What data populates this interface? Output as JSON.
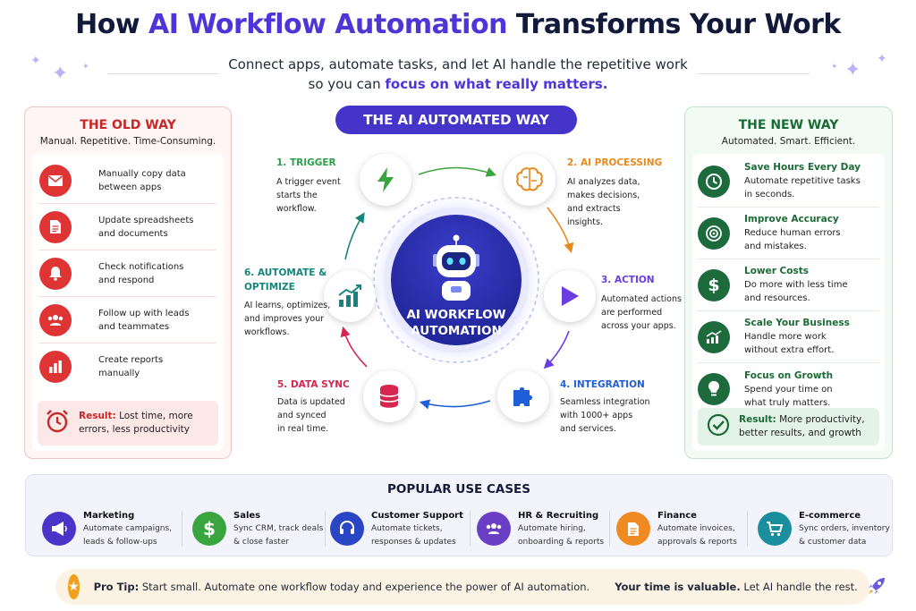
{
  "header": {
    "title_pre": "How ",
    "title_highlight": "AI Workflow Automation",
    "title_post": " Transforms Your Work",
    "subtitle_line1": "Connect apps, automate tasks, and let AI handle the repetitive work",
    "subtitle_line2_pre": "so you can ",
    "subtitle_line2_highlight": "focus on what really matters."
  },
  "old_way": {
    "title": "THE OLD WAY",
    "subtitle": "Manual. Repetitive. Time-Consuming.",
    "items": [
      {
        "icon": "mail-icon",
        "line1": "Manually copy data",
        "line2": "between apps"
      },
      {
        "icon": "document-icon",
        "line1": "Update spreadsheets",
        "line2": "and documents"
      },
      {
        "icon": "bell-icon",
        "line1": "Check notifications",
        "line2": "and respond"
      },
      {
        "icon": "people-icon",
        "line1": "Follow up with leads",
        "line2": "and teammates"
      },
      {
        "icon": "bar-chart-icon",
        "line1": "Create reports",
        "line2": "manually"
      }
    ],
    "result_label": "Result:",
    "result_line1": " Lost time, more",
    "result_line2": "errors, less productivity"
  },
  "center": {
    "pill": "THE AI AUTOMATED WAY",
    "hub_line1": "AI WORKFLOW",
    "hub_line2": "AUTOMATION",
    "steps": [
      {
        "title": "1. TRIGGER",
        "desc": [
          "A trigger event",
          "starts the",
          "workflow."
        ],
        "color": "#2e9e4d",
        "icon": "lightning-icon"
      },
      {
        "title": "2. AI PROCESSING",
        "desc": [
          "AI analyzes data,",
          "makes decisions,",
          "and extracts",
          "insights."
        ],
        "color": "#e8891c",
        "icon": "brain-icon"
      },
      {
        "title": "3. ACTION",
        "desc": [
          "Automated actions",
          "are performed",
          "across your apps."
        ],
        "color": "#6a3de0",
        "icon": "play-icon"
      },
      {
        "title": "4. INTEGRATION",
        "desc": [
          "Seamless integration",
          "with 1000+ apps",
          "and services."
        ],
        "color": "#1e5fd8",
        "icon": "puzzle-icon"
      },
      {
        "title": "5. DATA SYNC",
        "desc": [
          "Data is updated",
          "and synced",
          "in real time."
        ],
        "color": "#d6264f",
        "icon": "database-icon"
      },
      {
        "title": "6. AUTOMATE &",
        "title2": "OPTIMIZE",
        "desc": [
          "AI learns, optimizes,",
          "and improves your",
          "workflows."
        ],
        "color": "#14857c",
        "icon": "growth-chart-icon"
      }
    ]
  },
  "new_way": {
    "title": "THE NEW WAY",
    "subtitle": "Automated. Smart. Efficient.",
    "items": [
      {
        "icon": "clock-icon",
        "title": "Save Hours Every Day",
        "line1": "Automate repetitive tasks",
        "line2": "in seconds."
      },
      {
        "icon": "target-icon",
        "title": "Improve Accuracy",
        "line1": "Reduce human errors",
        "line2": "and mistakes."
      },
      {
        "icon": "dollar-icon",
        "title": "Lower Costs",
        "line1": "Do more with less time",
        "line2": "and resources."
      },
      {
        "icon": "trend-up-icon",
        "title": "Scale Your Business",
        "line1": "Handle more work",
        "line2": "without extra effort."
      },
      {
        "icon": "lightbulb-icon",
        "title": "Focus on Growth",
        "line1": "Spend your time on",
        "line2": "what truly matters."
      }
    ],
    "result_label": "Result:",
    "result_line1": " More productivity,",
    "result_line2": "better results, and growth"
  },
  "use_cases": {
    "title": "POPULAR USE CASES",
    "items": [
      {
        "icon": "megaphone-icon",
        "color": "#4b35c9",
        "title": "Marketing",
        "line1": "Automate campaigns,",
        "line2": "leads & follow-ups"
      },
      {
        "icon": "dollar-icon",
        "color": "#3aa53f",
        "title": "Sales",
        "line1": "Sync CRM, track deals",
        "line2": "& close faster"
      },
      {
        "icon": "headset-icon",
        "color": "#2b46c4",
        "title": "Customer Support",
        "line1": "Automate tickets,",
        "line2": "responses & updates"
      },
      {
        "icon": "people-icon",
        "color": "#6a3fc6",
        "title": "HR & Recruiting",
        "line1": "Automate hiring,",
        "line2": "onboarding & reports"
      },
      {
        "icon": "document-icon",
        "color": "#ef8a22",
        "title": "Finance",
        "line1": "Automate invoices,",
        "line2": "approvals & reports"
      },
      {
        "icon": "cart-icon",
        "color": "#1b8e9e",
        "title": "E-commerce",
        "line1": "Sync orders, inventory",
        "line2": "& customer data"
      }
    ]
  },
  "tip": {
    "label": "Pro Tip:",
    "text": " Start small. Automate one workflow today and experience the power of AI automation.",
    "right_bold": "Your time is valuable.",
    "right_text": " Let AI handle the rest."
  }
}
